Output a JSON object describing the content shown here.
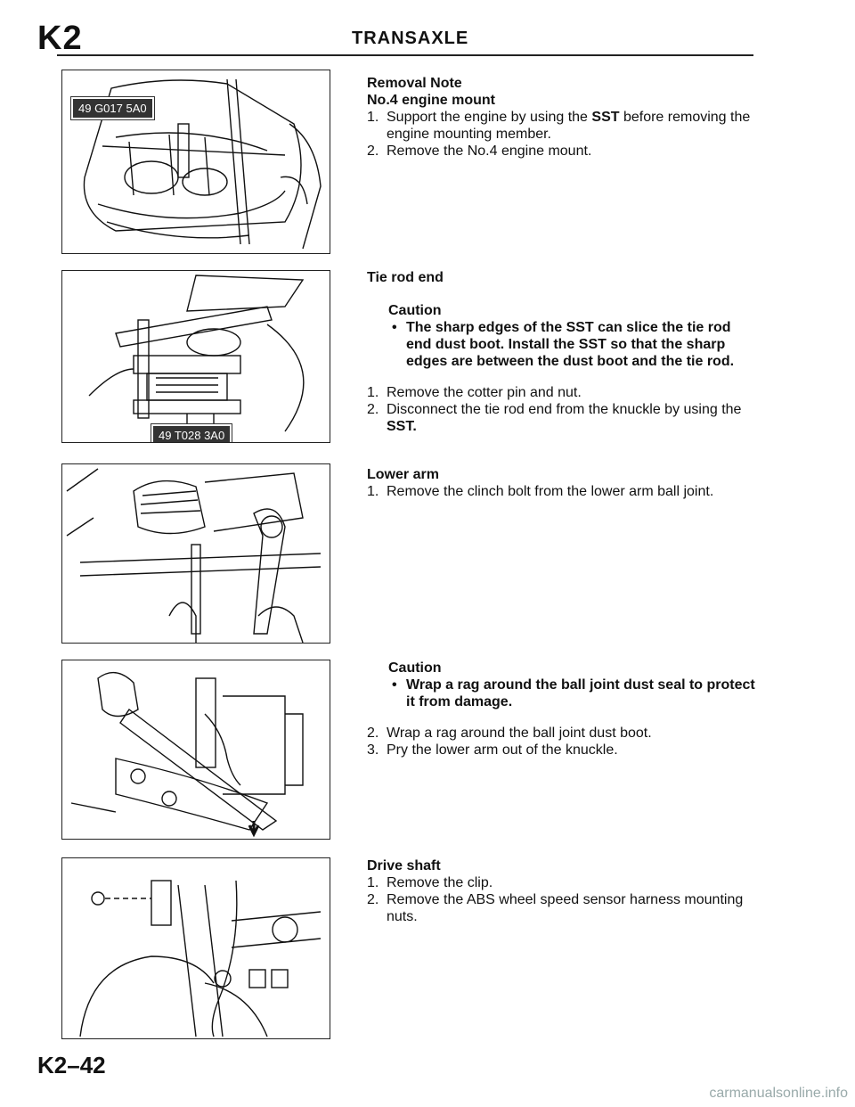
{
  "header": {
    "section_code": "K2",
    "section_title": "TRANSAXLE"
  },
  "footer": {
    "page_number": "K2–42",
    "watermark": "carmanualsonline.info"
  },
  "figures": [
    {
      "sst_label": "49 G017 5A0"
    },
    {
      "sst_label": "49 T028 3A0"
    }
  ],
  "blocks": {
    "removal": {
      "heading1": "Removal Note",
      "heading2": "No.4 engine mount",
      "step1_num": "1.",
      "step1_pre": "Support the engine by using the ",
      "step1_bold": "SST",
      "step1_post": " before removing the engine mounting member.",
      "step2_num": "2.",
      "step2": "Remove the No.4 engine mount."
    },
    "tie_rod": {
      "heading": "Tie rod end",
      "caution_label": "Caution",
      "caution_text": "The sharp edges of the SST can slice the tie rod end dust boot. Install the SST so that the sharp edges are between the dust boot and the tie rod.",
      "step1_num": "1.",
      "step1": "Remove the cotter pin and nut.",
      "step2_num": "2.",
      "step2_pre": "Disconnect the tie rod end from the knuckle by using the ",
      "step2_bold": "SST."
    },
    "lower_arm": {
      "heading": "Lower arm",
      "step1_num": "1.",
      "step1": "Remove the clinch bolt from the lower arm ball joint."
    },
    "ball_joint": {
      "caution_label": "Caution",
      "caution_text": "Wrap a rag around the ball joint dust seal to protect it from damage.",
      "step2_num": "2.",
      "step2": "Wrap a rag around the ball joint dust boot.",
      "step3_num": "3.",
      "step3": "Pry the lower arm out of the knuckle."
    },
    "drive_shaft": {
      "heading": "Drive shaft",
      "step1_num": "1.",
      "step1": "Remove the clip.",
      "step2_num": "2.",
      "step2": "Remove the ABS wheel speed sensor harness mounting nuts."
    }
  }
}
